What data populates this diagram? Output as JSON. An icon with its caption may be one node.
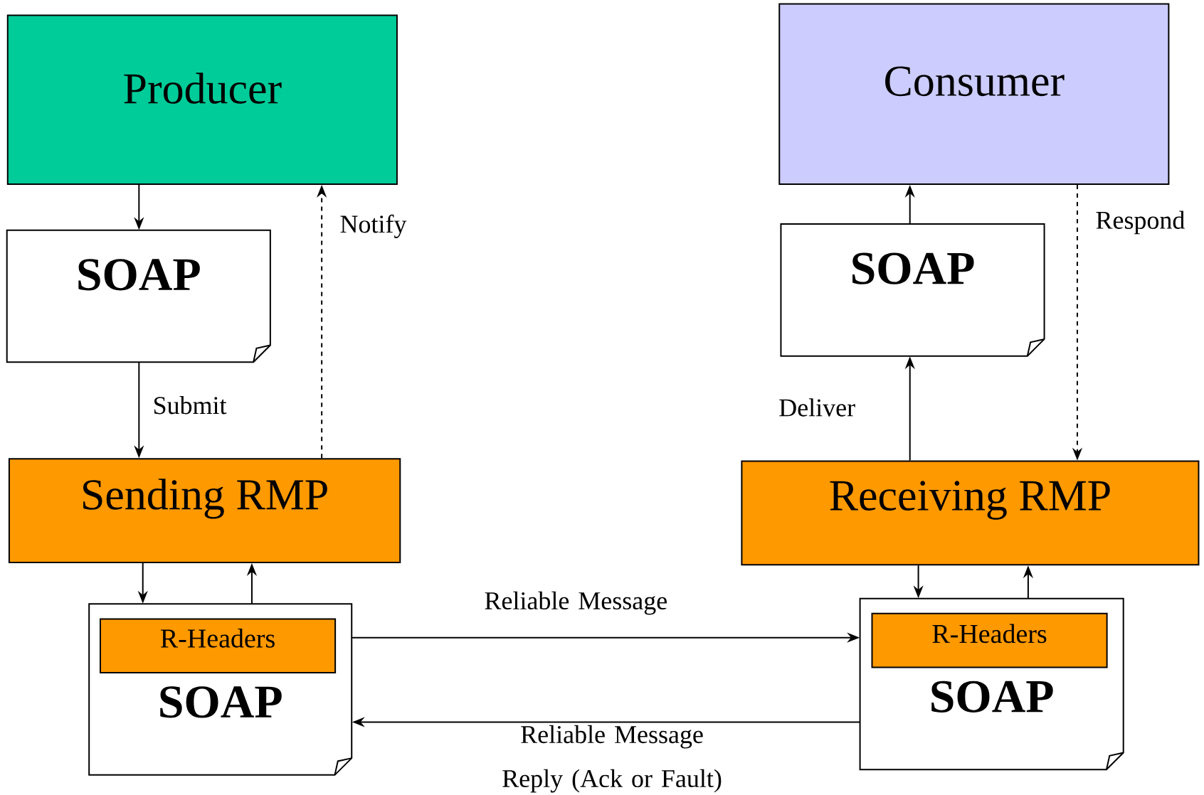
{
  "diagram": {
    "nodes": [
      {
        "text": [
          "Producer"
        ]
      },
      {
        "text": [
          "SOAP"
        ]
      },
      {
        "text": [
          "Sending RMP"
        ]
      },
      {
        "text": [
          "SOAP"
        ]
      },
      {
        "text": [
          "R-Headers"
        ],
        "in": 3
      },
      {
        "text": [
          "Consumer"
        ]
      },
      {
        "text": [
          "SOAP"
        ]
      },
      {
        "text": [
          "Receiving RMP"
        ]
      },
      {
        "text": [
          "SOAP"
        ]
      },
      {
        "text": [
          "R-Headers"
        ],
        "in": 8
      }
    ],
    "edges": [
      {
        "from": 0,
        "to": 1,
        "arrow": "to"
      },
      {
        "from": 1,
        "to": 2,
        "arrow": "to",
        "label": "Submit"
      },
      {
        "from": 2,
        "to": 0,
        "arrow": "to",
        "style": "dashed",
        "label": "Notify"
      },
      {
        "from": 2,
        "to": 3,
        "arrow": "to"
      },
      {
        "from": 3,
        "to": 2,
        "arrow": "to"
      },
      {
        "from": 3,
        "to": 8,
        "arrow": "to",
        "label": "Reliable Message"
      },
      {
        "from": 8,
        "to": 3,
        "arrow": "to",
        "label": "Reliable Message Reply (Ack or Fault)"
      },
      {
        "from": 6,
        "to": 5,
        "arrow": "to"
      },
      {
        "from": 7,
        "to": 6,
        "arrow": "to",
        "label": "Deliver"
      },
      {
        "from": 5,
        "to": 7,
        "arrow": "to",
        "style": "dashed",
        "label": "Respond"
      },
      {
        "from": 7,
        "to": 8,
        "arrow": "to"
      },
      {
        "from": 8,
        "to": 7,
        "arrow": "to"
      }
    ]
  }
}
